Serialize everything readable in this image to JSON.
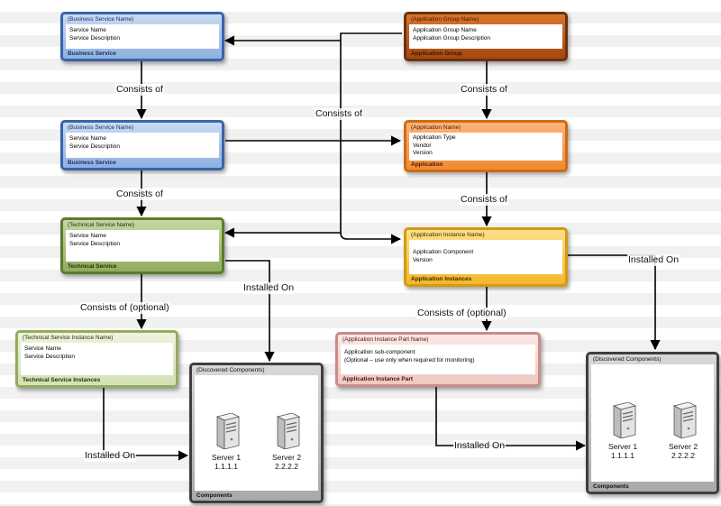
{
  "business_service_1": {
    "header": "(Business Service Name)",
    "lines": [
      "Service Name",
      "Service Description"
    ],
    "footer": "Business Service"
  },
  "business_service_2": {
    "header": "(Business Service Name)",
    "lines": [
      "Service Name",
      "Service Description"
    ],
    "footer": "Business Service"
  },
  "technical_service": {
    "header": "(Technical Service Name)",
    "lines": [
      "Service Name",
      "Service Description"
    ],
    "footer": "Technical Service"
  },
  "technical_service_instance": {
    "header": "(Technical Service Instance Name)",
    "lines": [
      "Service Name",
      "Service Description"
    ],
    "footer": "Technical Service Instances"
  },
  "application_group": {
    "header": "(Application Group Name)",
    "lines": [
      "Application Group Name",
      "Application Group Description"
    ],
    "footer": "Application Group"
  },
  "application": {
    "header": "(Application Name)",
    "lines": [
      "Application Type",
      "Vendor",
      "Version"
    ],
    "footer": "Application"
  },
  "application_instance": {
    "header": "(Application Instance Name)",
    "lines": [
      "Application Component",
      "Version"
    ],
    "footer": "Application Instances"
  },
  "application_instance_part": {
    "header": "(Application Instance Part Name)",
    "lines": [
      "Application sub-component",
      "(Optional – use only when required for monitoring)"
    ],
    "footer": "Application Instance Part"
  },
  "components_left": {
    "header": "(Discovered Components)",
    "footer": "Components",
    "servers": [
      {
        "name": "Server 1",
        "ip": "1.1.1.1"
      },
      {
        "name": "Server 2",
        "ip": "2.2.2.2"
      }
    ]
  },
  "components_right": {
    "header": "(Discovered Components)",
    "footer": "Components",
    "servers": [
      {
        "name": "Server 1",
        "ip": "1.1.1.1"
      },
      {
        "name": "Server 2",
        "ip": "2.2.2.2"
      }
    ]
  },
  "edge_labels": {
    "consists_of_1": "Consists of",
    "consists_of_2": "Consists of",
    "consists_of_center": "Consists of",
    "consists_of_optional_left": "Consists of (optional)",
    "installed_on_1": "Installed On",
    "installed_on_2": "Installed On",
    "consists_of_right_1": "Consists of",
    "consists_of_right_2": "Consists of",
    "consists_of_optional_right": "Consists of (optional)",
    "installed_on_right_1": "Installed On",
    "installed_on_right_2": "Installed On"
  }
}
